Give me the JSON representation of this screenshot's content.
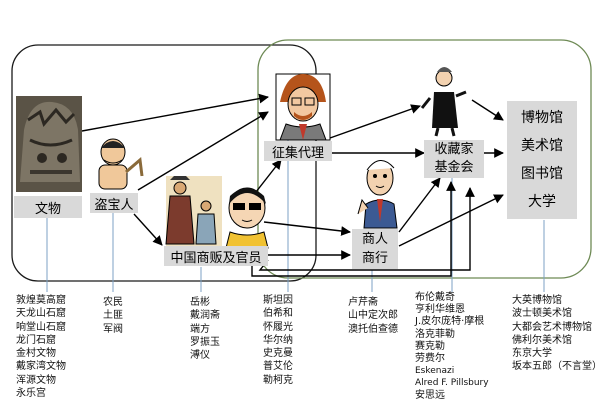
{
  "nodes": {
    "artifacts": "文物",
    "tomb_raiders": "盗宝人",
    "dealers_officials": "中国商贩及官员",
    "collecting_agents": "征集代理",
    "merchant_firms_l1": "商人",
    "merchant_firms_l2": "商行",
    "collector_foundation_l1": "收藏家",
    "collector_foundation_l2": "基金会",
    "institutions": [
      "博物馆",
      "美术馆",
      "图书馆",
      "大学"
    ]
  },
  "columns": {
    "sites": [
      "敦煌莫高窟",
      "天龙山石窟",
      "响堂山石窟",
      "龙门石窟",
      "金村文物",
      "戴家湾文物",
      "浑源文物",
      "永乐宫"
    ],
    "raiders": [
      "农民",
      "土匪",
      "军阀"
    ],
    "dealers": [
      "岳彬",
      "戴润斋",
      "端方",
      "罗振玉",
      "溥仪"
    ],
    "agents": [
      "斯坦因",
      "伯希和",
      "怀履光",
      "华尔纳",
      "史克曼",
      "普艾伦",
      "勒柯克"
    ],
    "firms": [
      "卢芹斋",
      "山中定次郎",
      "澳托伯查德"
    ],
    "collectors": [
      "布伦戴奇",
      "亨利华维恩",
      "J.皮尔庞特·摩根",
      "洛克菲勒",
      "赛克勒",
      "劳费尔",
      "Eskenazi",
      "Alred F. Pillsbury",
      "安思远"
    ],
    "museums": [
      "大英博物馆",
      "波士顿美术馆",
      "大都会艺术博物馆",
      "佛利尔美术馆",
      "东京大学",
      "坂本五郎（不言堂）"
    ]
  },
  "colors": {
    "node_fill": "#d9d9d9",
    "arrow": "#000000",
    "left_region_border": "#1a1a1a",
    "right_region_border": "#6e8a55",
    "leader_line": "#7ca2c4"
  }
}
